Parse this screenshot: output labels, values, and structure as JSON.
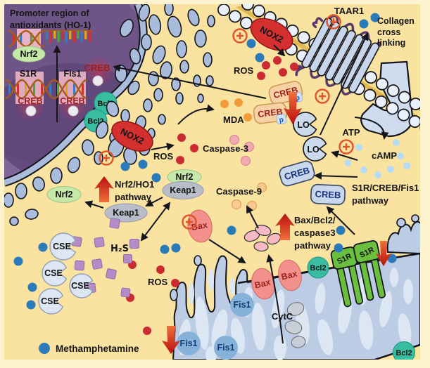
{
  "title_note": "Methamphetamine cell-signalling pathway diagram",
  "legend": {
    "label": "Methamphetamine",
    "dot_color": "#2b7bba"
  },
  "nucleus": {
    "promoter_line1": "Promoter region of",
    "promoter_line2": "antioxidants (HO-1)"
  },
  "labels": {
    "nrf2": "Nrf2",
    "keap1": "Keap1",
    "creb": "CREB",
    "p": "p",
    "s1r": "S1R",
    "fis1": "Fis1",
    "bcl2": "Bcl2",
    "bax": "Bax",
    "nox2": "NOX2",
    "taar1": "TAAR1",
    "cse": "CSE",
    "lo": "LO",
    "ros": "ROS",
    "mda": "MDA",
    "caspase3": "Caspase-3",
    "caspase9": "Caspase-9",
    "atp": "ATP",
    "camp": "cAMP",
    "h2s": "H₂S",
    "cytc": "CytC",
    "plus": "+"
  },
  "annotations": {
    "collagen_line1": "Collagen",
    "collagen_line2": "cross",
    "collagen_line3": "linking",
    "nrf2_pathway_line1": "Nrf2/HO1",
    "nrf2_pathway_line2": "pathway",
    "s1r_pathway_line1": "S1R/CREB/Fis1",
    "s1r_pathway_line2": "pathway",
    "bax_pathway_line1": "Bax/Bcl2/",
    "bax_pathway_line2": "caspase3",
    "bax_pathway_line3": "pathway"
  },
  "colors": {
    "cytoplasm": "#fae3a0",
    "frame": "#fdf3cf",
    "nucleus": "#806599",
    "nucleus_inner": "#6f5487",
    "er_membrane": "#a9bcdb",
    "mitochondria": "#bccce4",
    "cristae": "#dde7f4",
    "bcl2_green": "#38bda0",
    "s1r_green": "#6abf3f",
    "bax_salmon": "#f2918c",
    "nox2_red": "#d43030",
    "ros_red": "#cd2b33",
    "meth_blue": "#2b7bba",
    "mda_orange": "#f29b38",
    "caspase3_pink": "#f2a9b4",
    "caspase9_peach": "#f8c98e",
    "camp_blue": "#b5dcf2",
    "h2s_purple": "#b48cc8",
    "stimulation_plus": "#e0542a",
    "red_arrow": "#c81010"
  }
}
